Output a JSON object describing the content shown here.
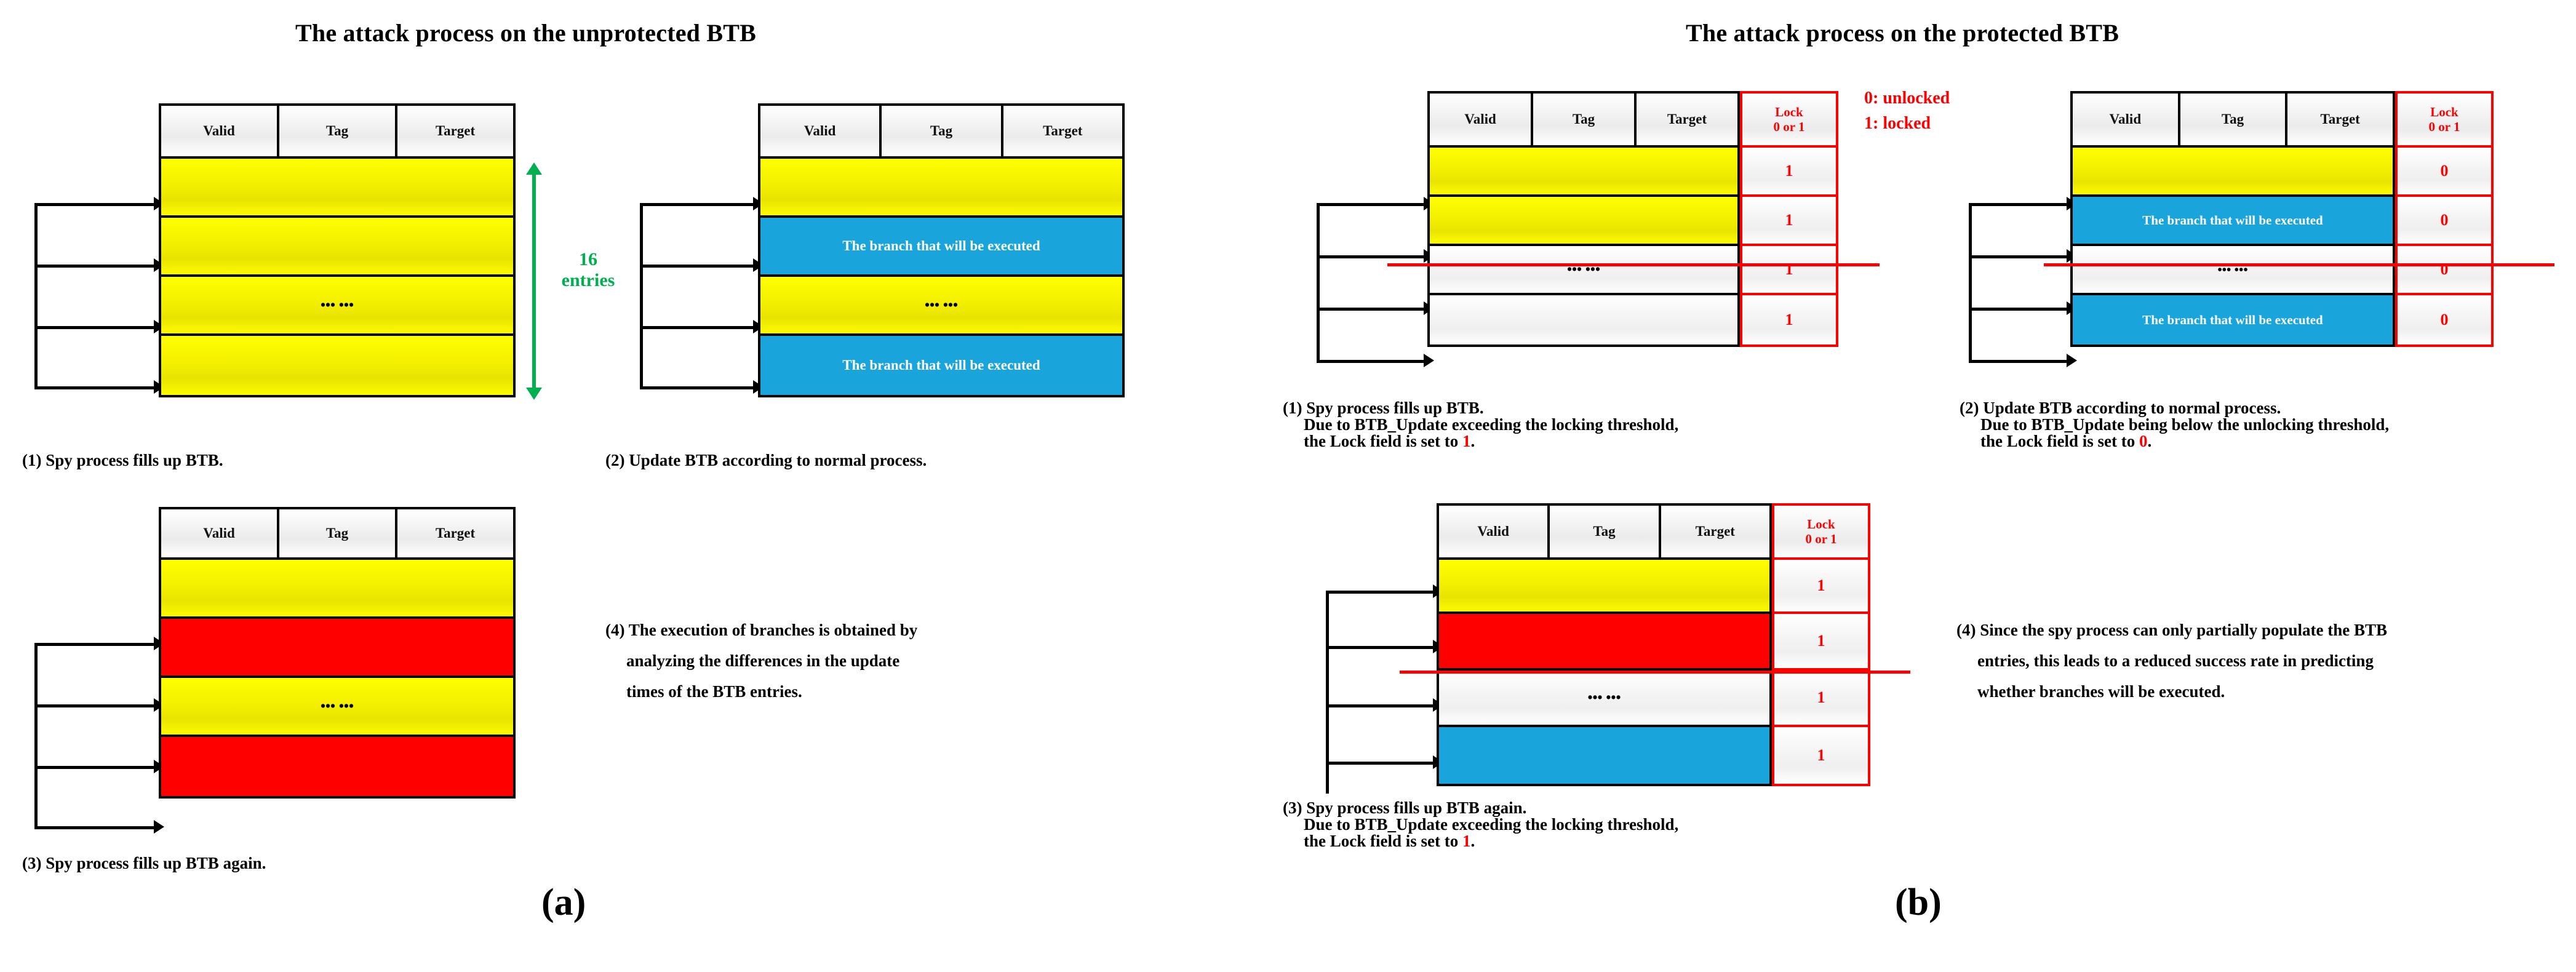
{
  "panels": [
    {
      "id": "a",
      "title": "The attack process on the unprotected BTB",
      "letter": "(a)",
      "annotation": {
        "count": "16",
        "unit": "entries"
      },
      "tables": [
        {
          "name": "spy-fills-btb",
          "headers": [
            "Valid",
            "Tag",
            "Target"
          ],
          "rows": [
            {
              "fill": "yellow",
              "text": ""
            },
            {
              "fill": "yellow",
              "text": ""
            },
            {
              "fill": "yellow",
              "text": "••• •••"
            },
            {
              "fill": "yellow",
              "text": ""
            }
          ],
          "caption": [
            "(1) Spy process fills up BTB."
          ]
        },
        {
          "name": "normal-update-btb",
          "headers": [
            "Valid",
            "Tag",
            "Target"
          ],
          "rows": [
            {
              "fill": "yellow",
              "text": ""
            },
            {
              "fill": "blue",
              "text": "The branch that will be executed"
            },
            {
              "fill": "yellow",
              "text": "••• •••"
            },
            {
              "fill": "blue",
              "text": "The branch that will be executed"
            }
          ],
          "caption": [
            "(2) Update BTB according to normal process."
          ]
        },
        {
          "name": "spy-refills-btb",
          "headers": [
            "Valid",
            "Tag",
            "Target"
          ],
          "rows": [
            {
              "fill": "yellow",
              "text": ""
            },
            {
              "fill": "red",
              "text": ""
            },
            {
              "fill": "yellow",
              "text": "••• •••"
            },
            {
              "fill": "red",
              "text": ""
            }
          ],
          "caption": [
            "(3) Spy process fills up BTB again."
          ]
        }
      ],
      "conclusion": [
        "(4) The execution of branches is obtained by",
        "analyzing the differences in the update",
        "times of the BTB entries."
      ]
    },
    {
      "id": "b",
      "title": "The attack process on the protected BTB",
      "letter": "(b)",
      "legend": [
        "0: unlocked",
        "1: locked"
      ],
      "lock_header": {
        "line1": "Lock",
        "line2": "0 or 1"
      },
      "tables": [
        {
          "name": "protected-spy-fills-btb",
          "headers": [
            "Valid",
            "Tag",
            "Target"
          ],
          "rows": [
            {
              "fill": "yellow",
              "text": "",
              "lock": "1"
            },
            {
              "fill": "yellow",
              "text": "",
              "lock": "1"
            },
            {
              "fill": "blank",
              "text": "••• •••",
              "lock": "1"
            },
            {
              "fill": "blank",
              "text": "",
              "lock": "1"
            }
          ],
          "caption": [
            "(1) Spy process fills up BTB.",
            "Due to BTB_Update exceeding the locking threshold,",
            "the Lock field is set to |1|."
          ]
        },
        {
          "name": "protected-normal-update-btb",
          "headers": [
            "Valid",
            "Tag",
            "Target"
          ],
          "rows": [
            {
              "fill": "yellow",
              "text": "",
              "lock": "0"
            },
            {
              "fill": "blue",
              "text": "The branch that will be executed",
              "lock": "0"
            },
            {
              "fill": "blank",
              "text": "••• •••",
              "lock": "0"
            },
            {
              "fill": "blue",
              "text": "The branch that will be executed",
              "lock": "0"
            }
          ],
          "caption": [
            "(2) Update BTB according to normal process.",
            "Due to BTB_Update  being below the unlocking threshold,",
            "the Lock field is set to |0|."
          ]
        },
        {
          "name": "protected-spy-refills-btb",
          "headers": [
            "Valid",
            "Tag",
            "Target"
          ],
          "rows": [
            {
              "fill": "yellow",
              "text": "",
              "lock": "1"
            },
            {
              "fill": "red",
              "text": "",
              "lock": "1"
            },
            {
              "fill": "blank",
              "text": "••• •••",
              "lock": "1"
            },
            {
              "fill": "blue",
              "text": "",
              "lock": "1"
            }
          ],
          "caption": [
            "(3) Spy process fills up BTB again.",
            "Due to BTB_Update exceeding the locking threshold,",
            "the Lock field is set to |1|."
          ]
        }
      ],
      "conclusion": [
        "(4) Since the spy process can only partially populate the BTB",
        "entries, this leads to a reduced success rate in predicting",
        "whether branches will be executed."
      ]
    }
  ],
  "colors": {
    "yellow": "#FFFF00",
    "blue": "#19A5DC",
    "red": "#FF0000",
    "green": "#00B050",
    "black": "#000000"
  }
}
